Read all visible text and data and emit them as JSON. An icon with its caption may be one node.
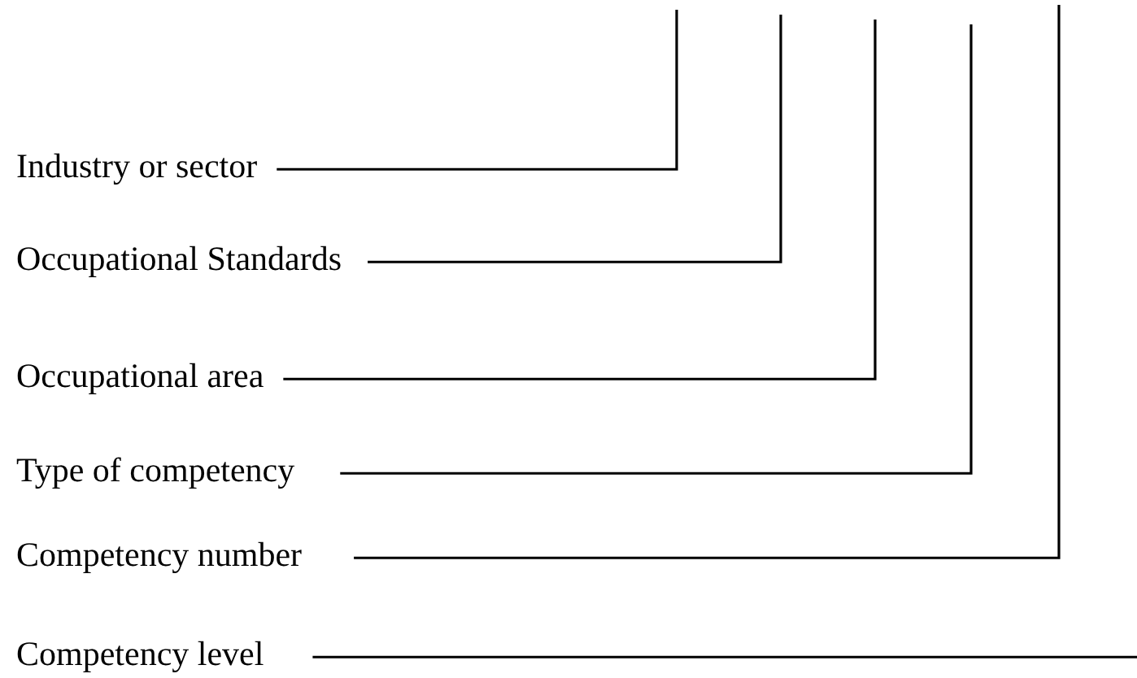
{
  "diagram": {
    "nodes": [
      {
        "text": [
          "Industry or sector"
        ]
      },
      {
        "text": [
          "Occupational Standards"
        ]
      },
      {
        "text": [
          "Occupational area"
        ]
      },
      {
        "text": [
          "Type of competency"
        ]
      },
      {
        "text": [
          "Competency number"
        ]
      },
      {
        "text": [
          "Competency level"
        ]
      }
    ],
    "edges": [
      {
        "from": 0,
        "to": null,
        "arrow": "none"
      },
      {
        "from": 1,
        "to": null,
        "arrow": "none"
      },
      {
        "from": 2,
        "to": null,
        "arrow": "none"
      },
      {
        "from": 3,
        "to": null,
        "arrow": "none"
      },
      {
        "from": 4,
        "to": null,
        "arrow": "none"
      },
      {
        "from": 5,
        "to": null,
        "arrow": "none"
      }
    ]
  }
}
